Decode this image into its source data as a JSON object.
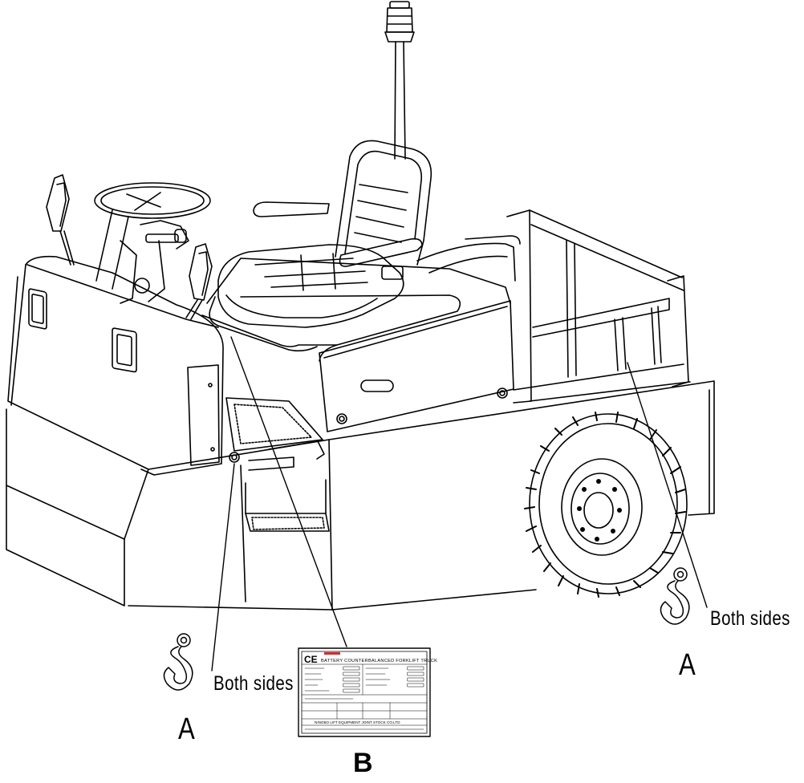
{
  "labels": {
    "hook_left": "Both sides",
    "hook_right": "Both sides",
    "letter_a_left": "A",
    "letter_a_right": "A",
    "letter_b": "B"
  },
  "nameplate": {
    "ce_mark": "CE",
    "title": "BATTERY COUNTERBALANCED FORKLIFT TRUCK",
    "footer_company": "NINGBO LIFT EQUIPMENT JOINT STOCK CO.LTD"
  },
  "colors": {
    "line": "#000000",
    "background": "#ffffff",
    "brand_mark": "#d22a2a"
  }
}
